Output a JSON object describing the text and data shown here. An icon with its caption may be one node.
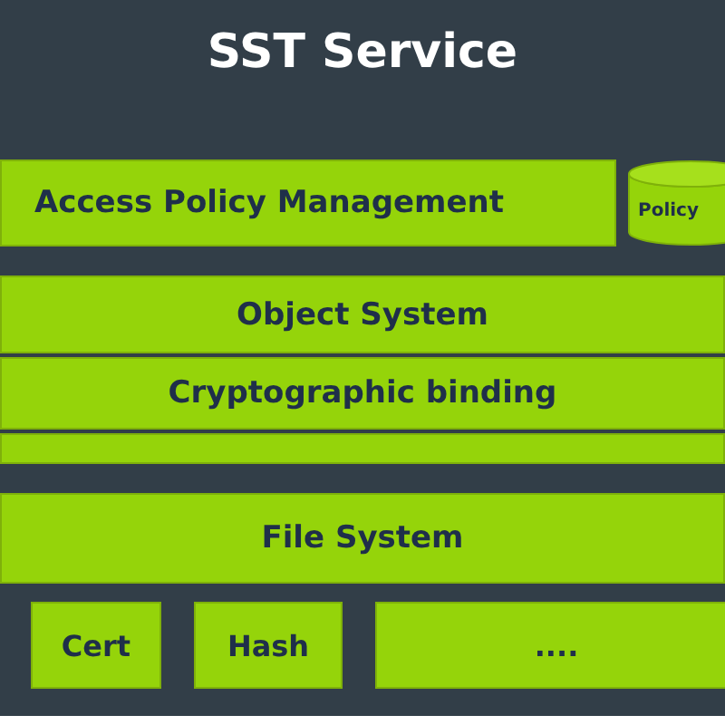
{
  "diagram": {
    "nodes": [
      {
        "text": [
          "SST Service"
        ]
      },
      {
        "text": [
          "Access Policy Management"
        ],
        "in": 0
      },
      {
        "text": [
          "Policy"
        ],
        "in": 0
      },
      {
        "text": [
          "Object System"
        ],
        "in": 0
      },
      {
        "text": [
          "Cryptographic  binding"
        ],
        "in": 0
      },
      {
        "text": [],
        "shape": "bar",
        "in": 0
      },
      {
        "text": [
          "File System"
        ],
        "in": 0
      },
      {
        "text": [
          "Cert"
        ],
        "in": 0
      },
      {
        "text": [
          "Hash"
        ],
        "in": 0
      },
      {
        "text": [
          "...."
        ],
        "in": 0
      }
    ]
  }
}
